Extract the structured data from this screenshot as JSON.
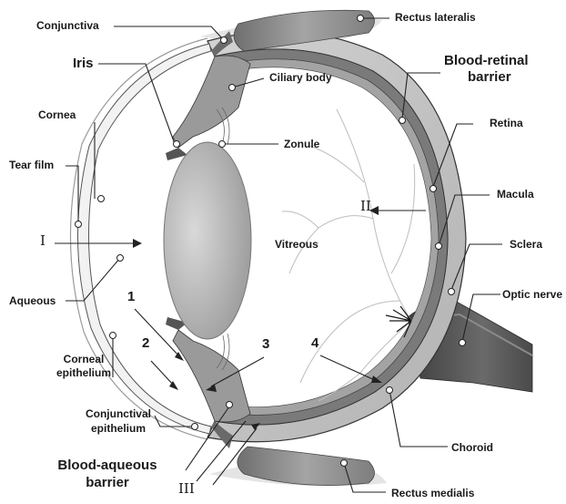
{
  "diagram": {
    "labels": {
      "conjunctiva": "Conjunctiva",
      "rectus_lateralis": "Rectus lateralis",
      "iris": "Iris",
      "ciliary_body": "Ciliary body",
      "blood_retinal_barrier_1": "Blood-retinal",
      "blood_retinal_barrier_2": "barrier",
      "cornea": "Cornea",
      "retina": "Retina",
      "zonule": "Zonule",
      "tear_film": "Tear film",
      "macula": "Macula",
      "roman_1": "I",
      "roman_2": "II",
      "roman_3": "III",
      "vitreous": "Vitreous",
      "sclera": "Sclera",
      "aqueous": "Aqueous",
      "optic_nerve": "Optic nerve",
      "num_1": "1",
      "num_2": "2",
      "num_3": "3",
      "num_4": "4",
      "corneal_epithelium_1": "Corneal",
      "corneal_epithelium_2": "epithelium",
      "conjunctival_epithelium_1": "Conjunctival",
      "conjunctival_epithelium_2": "epithelium",
      "choroid": "Choroid",
      "blood_aqueous_barrier_1": "Blood-aqueous",
      "blood_aqueous_barrier_2": "barrier",
      "rectus_medialis": "Rectus medialis"
    },
    "colors": {
      "line": "#222222",
      "sclera": "#c6c6c6",
      "choroid": "#7a7a7a",
      "retina": "#9c9c9c",
      "lens": "#a8a8a8",
      "muscle": "#8f8f8f",
      "optic_nerve": "#5a5a5a",
      "vessel": "#b5b5b5"
    }
  }
}
